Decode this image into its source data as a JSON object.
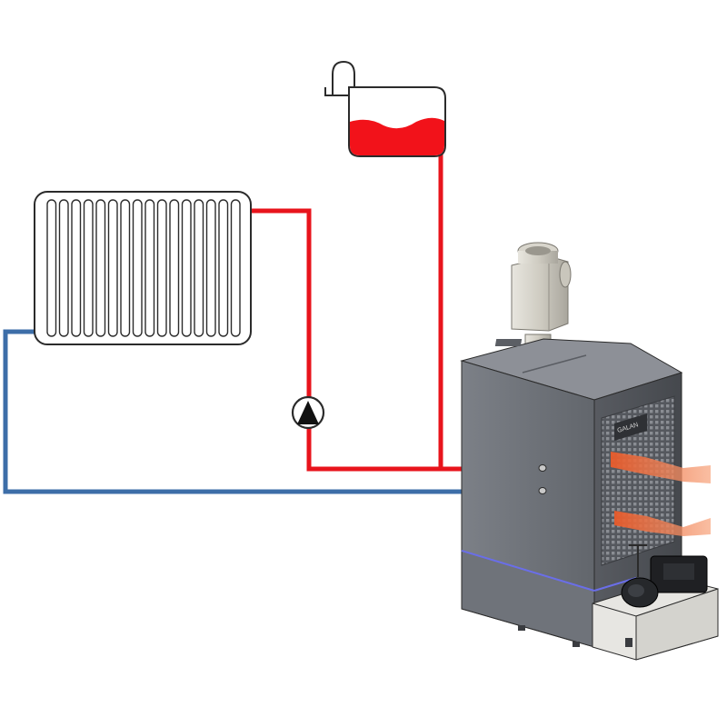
{
  "diagram": {
    "components": [
      {
        "id": "radiator",
        "icon": "radiator-icon"
      },
      {
        "id": "expansion-tank",
        "icon": "expansion-vessel-icon"
      },
      {
        "id": "circulation-pump",
        "icon": "pump-icon"
      },
      {
        "id": "boiler",
        "icon": "boiler-icon"
      },
      {
        "id": "flue",
        "icon": "chimney-pipe-icon"
      },
      {
        "id": "burner-unit",
        "icon": "burner-icon"
      }
    ],
    "colors": {
      "supply_line": "#e8141c",
      "return_line": "#3d6ea8",
      "tank_water": "#f2121a",
      "boiler_body": "#6b6f76",
      "boiler_dark": "#4a4d52",
      "heat_arrows": "#f07a3c",
      "outline": "#2b2b2b"
    },
    "heat_arrow_count": 2,
    "radiator_fin_count": 16,
    "boiler_brand_marking": "GALAN"
  }
}
